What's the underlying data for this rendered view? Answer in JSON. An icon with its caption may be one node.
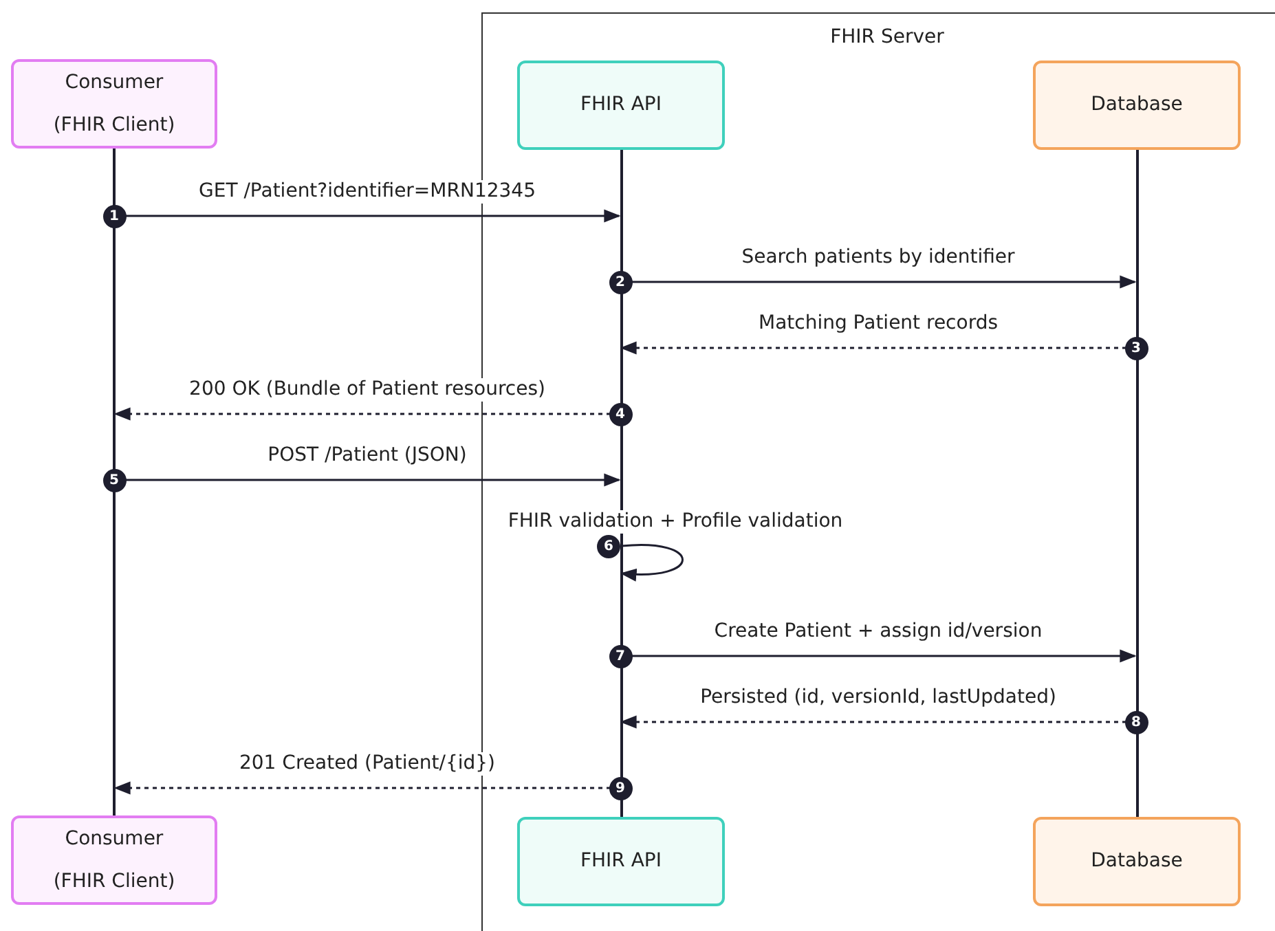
{
  "diagram": {
    "nodes": [
      {
        "text": [
          "FHIR Server"
        ]
      },
      {
        "text": [
          "Consumer (FHIR Client)"
        ]
      },
      {
        "text": [
          "FHIR API"
        ],
        "in": 0
      },
      {
        "text": [
          "Database"
        ],
        "in": 0
      },
      {
        "text": [
          "Consumer (FHIR Client)"
        ]
      },
      {
        "text": [
          "FHIR API"
        ],
        "in": 0
      },
      {
        "text": [
          "Database"
        ],
        "in": 0
      },
      {
        "text": [],
        "shape": "bar"
      },
      {
        "text": [],
        "shape": "bar",
        "in": 0
      },
      {
        "text": [],
        "shape": "bar",
        "in": 0
      }
    ],
    "edges": [
      {
        "from": 7,
        "to": 8,
        "arrow": "to",
        "label": "GET /Patient?identifier=MRN12345"
      },
      {
        "from": 8,
        "to": 9,
        "arrow": "to",
        "label": "Search patients by identifier"
      },
      {
        "from": 9,
        "to": 8,
        "arrow": "to",
        "label": "Matching Patient records",
        "style": "dashed"
      },
      {
        "from": 8,
        "to": 7,
        "arrow": "to",
        "label": "200 OK (Bundle of Patient resources)",
        "style": "dashed"
      },
      {
        "from": 7,
        "to": 8,
        "arrow": "to",
        "label": "POST /Patient (JSON)"
      },
      {
        "from": 8,
        "to": 8,
        "arrow": "to",
        "label": "FHIR validation + Profile validation"
      },
      {
        "from": 8,
        "to": 9,
        "arrow": "to",
        "label": "Create Patient + assign id/version"
      },
      {
        "from": 9,
        "to": 8,
        "arrow": "to",
        "label": "Persisted (id, versionId, lastUpdated)",
        "style": "dashed"
      },
      {
        "from": 8,
        "to": 7,
        "arrow": "to",
        "label": "201 Created (Patient/{id})",
        "style": "dashed"
      }
    ],
    "labels": [
      "1",
      "2",
      "3",
      "4",
      "5",
      "6",
      "7",
      "8",
      "9"
    ]
  }
}
